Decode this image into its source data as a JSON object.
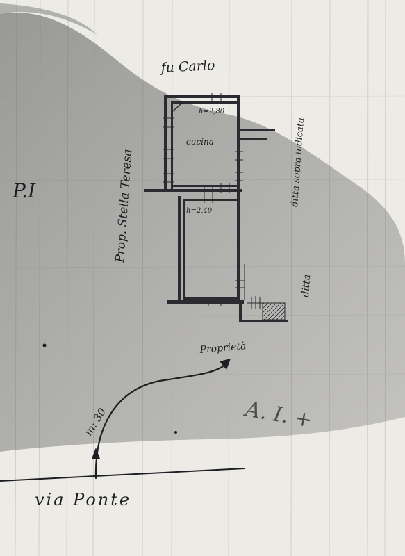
{
  "plan": {
    "owner_top": "fu Carlo",
    "owner_left": "Prop. Stella Teresa",
    "owner_right": "ditta sopra indicata",
    "owner_right_far": "ditta",
    "room_upper_name": "cucina",
    "room_upper_height": "h=2,80",
    "room_lower_height": "h=2,40",
    "sheet_label": "P.I",
    "access_distance": "m: 30",
    "access_target": "Proprietà",
    "street": "via Ponte",
    "faded_mark": "A. I. +"
  },
  "colors": {
    "paper": "#e9e8e3",
    "ink": "#1d1d22",
    "shadow": "#6f706f"
  }
}
